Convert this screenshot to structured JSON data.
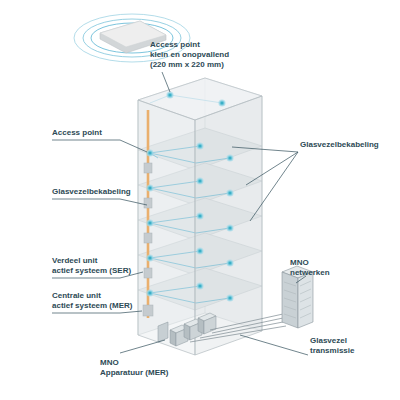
{
  "diagram": {
    "labels": [
      "Access point klein en onopvallend (220 mm x 220 mm)",
      "Access point",
      "Glasvezelbekabeling",
      "Glasvezelbekabeling",
      "Verdeel unit actief systeem (SER)",
      "Centrale unit actief systeem (MER)",
      "MNO netwerken",
      "Glasvezel transmissie",
      "MNO Apparatuur (MER)"
    ]
  }
}
